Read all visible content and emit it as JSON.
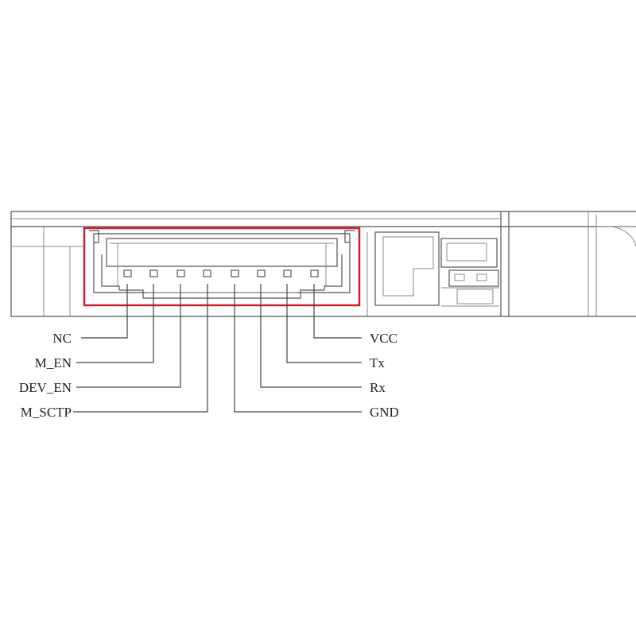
{
  "connector": {
    "highlight_color": "#c8232c",
    "line_color": "#555555",
    "left_pins": [
      "NC",
      "M_EN",
      "DEV_EN",
      "M_SCTP"
    ],
    "right_pins": [
      "VCC",
      "Tx",
      "Rx",
      "GND"
    ]
  }
}
